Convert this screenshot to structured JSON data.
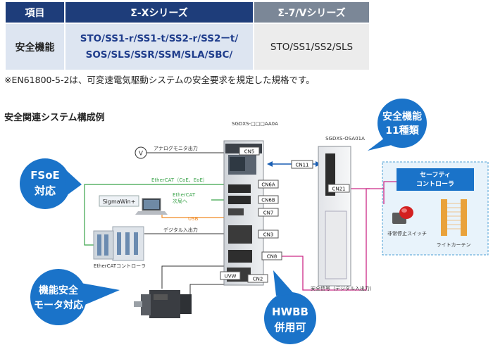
{
  "table": {
    "headers": [
      "項目",
      "Σ-Xシリーズ",
      "Σ-7/Vシリーズ"
    ],
    "row_label": "安全機能",
    "sigma_x_lines": [
      "STO/SS1-r/SS1-t/SS2-r/SS2ーt/",
      "SOS/SLS/SSR/SSM/SLA/SBC/"
    ],
    "sigma_7": "STO/SS1/SS2/SLS"
  },
  "note": "※EN61800-5-2は、可変速電気駆動システムの安全要求を規定した規格です。",
  "section_title": "安全関連システム構成例",
  "diagram": {
    "amp_model": "SGDXS-□□□AA0A",
    "option_model": "SGDXS-OSA01A",
    "ports": {
      "cn5": "CN5",
      "cn6a": "CN6A",
      "cn6b": "CN6B",
      "cn7": "CN7",
      "cn3": "CN3",
      "cn8": "CN8",
      "cn2": "CN2",
      "cn11": "CN11",
      "cn21": "CN21",
      "uvw": "UVW"
    },
    "meter_symbol": "V",
    "labels": {
      "analog_monitor": "アナログモニタ出力",
      "ethercat_coe": "EtherCAT（CoE、EoE）",
      "ethercat_next_1": "EtherCAT",
      "ethercat_next_2": "次局へ",
      "usb": "USB",
      "digital_in": "デジタル入出力",
      "sigmawin": "SigmaWin+",
      "ethercat_controller": "EtherCATコントローラ",
      "safety_signal": "安全信号（デジタル入出力）",
      "estop": "非常停止スイッチ",
      "light_curtain": "ライトカーテン"
    },
    "safety_controller": [
      "セーフティ",
      "コントローラ"
    ],
    "badges": {
      "fsoe": [
        "FSoE",
        "対応"
      ],
      "safety_functions": [
        "安全機能",
        "11種類"
      ],
      "safe_motor": [
        "機能安全",
        "モータ対応"
      ],
      "hwbb": [
        "HWBB",
        "併用可"
      ]
    },
    "colors": {
      "badge_blue": "#1a73c9",
      "ethercat_green": "#3aa34a",
      "usb_orange": "#f08a24",
      "safety_magenta": "#cc2a87",
      "cn11_blue": "#1a5fb4"
    }
  }
}
